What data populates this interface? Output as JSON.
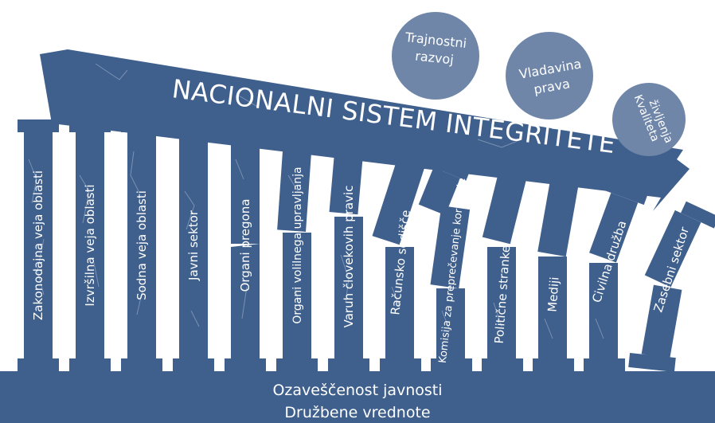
{
  "title": "NACIONALNI SISTEM INTEGRITETE",
  "goals": [
    "Trajnostni razvoj",
    "Vladavina prava",
    "Kvaliteta življenja"
  ],
  "pillars": [
    "Zakonodajna veja oblasti",
    "Izvršilna veja oblasti",
    "Sodna veja oblasti",
    "Javni sektor",
    "Organi pregona",
    "Organi volilnega upravljanja",
    "Varuh človekovih pravic",
    "Računsko sodišče",
    "Komisija za preprečevanje korupcije",
    "Politične stranke",
    "Mediji",
    "Civilna družba",
    "Zasebni sektor"
  ],
  "foundation": [
    "Ozaveščenost javnosti",
    "Družbene vrednote"
  ],
  "colors": {
    "primary": "#3f5f8c",
    "circle": "#6f86a8",
    "text": "#ffffff"
  }
}
